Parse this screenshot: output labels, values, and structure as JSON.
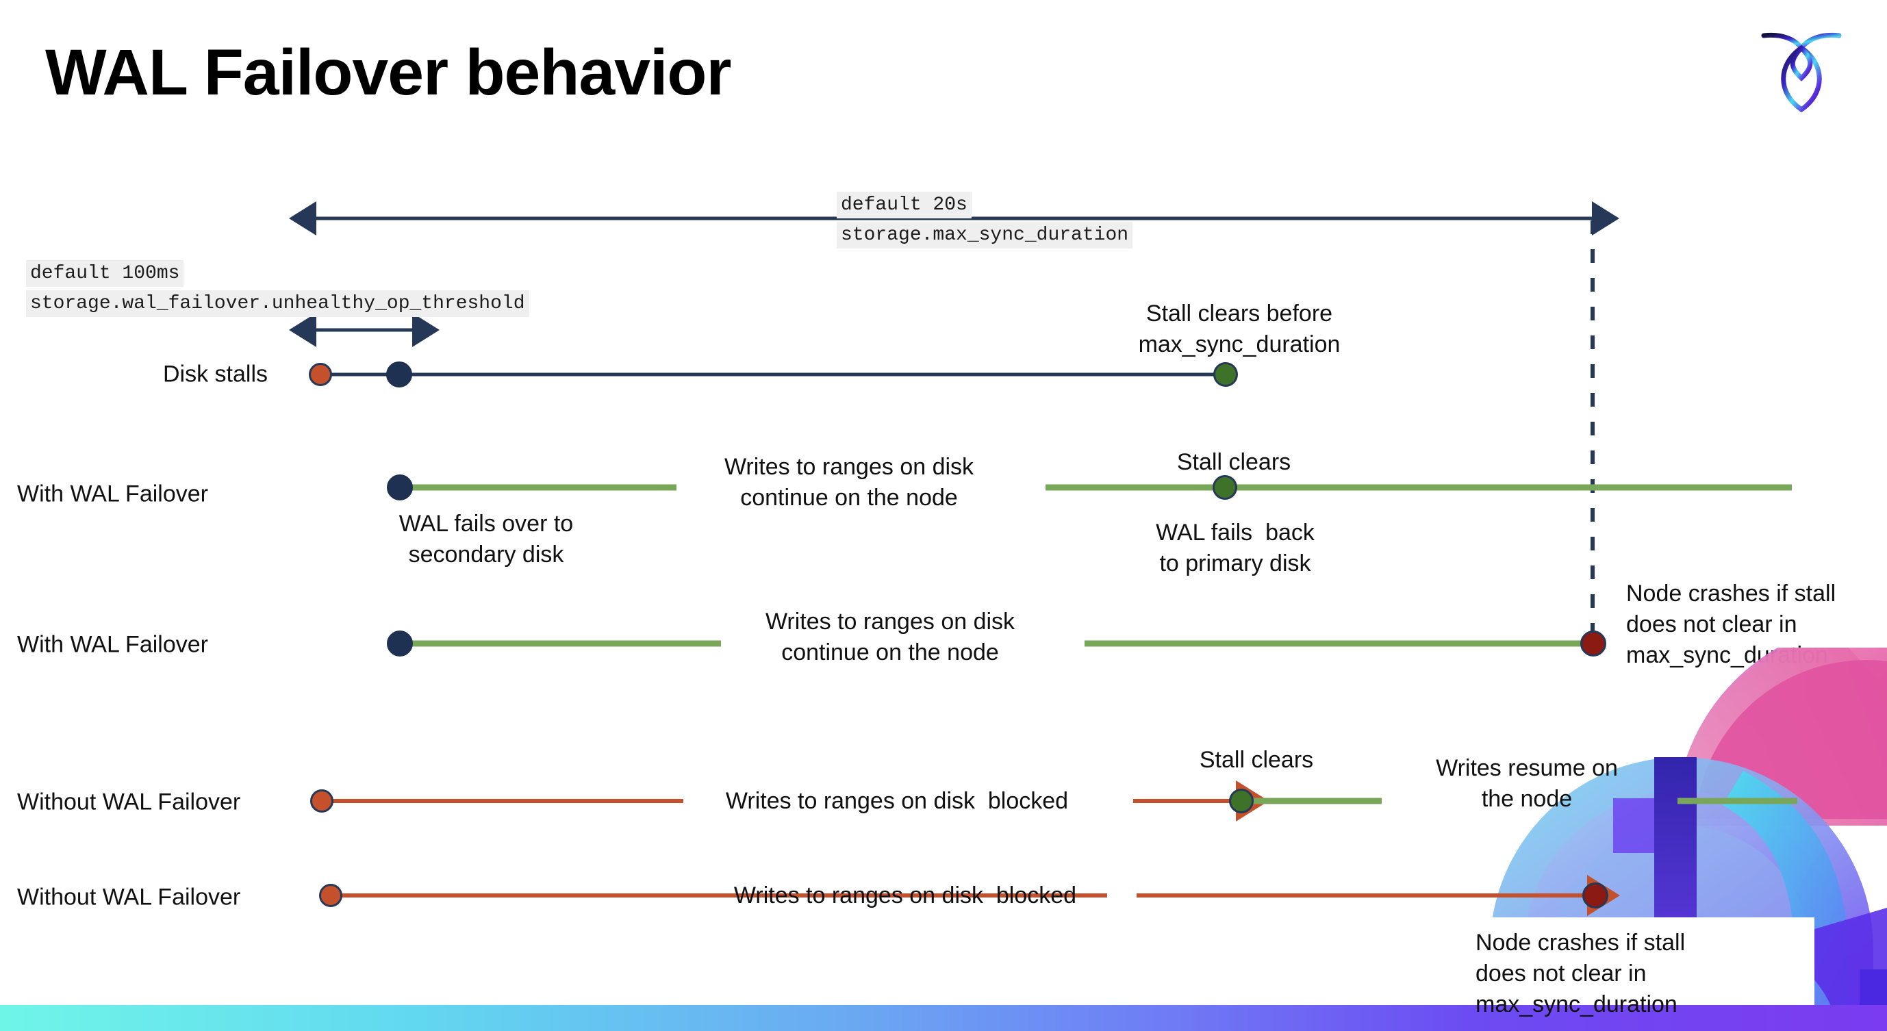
{
  "slide": {
    "title": "WAL Failover behavior",
    "logo_icon": "cockroach-labs-logo-icon",
    "brand_accent": "#6C4BF2"
  },
  "annotations": {
    "max_sync": {
      "line1": "default 20s",
      "line2": "storage.max_sync_duration"
    },
    "unhealthy_threshold": {
      "line1": "default 100ms",
      "line2": "storage.wal_failover.unhealthy_op_threshold"
    }
  },
  "rows": [
    {
      "id": "disk-stalls",
      "label": "Disk stalls",
      "callouts": [
        {
          "id": "stall-clears-before",
          "text": "Stall clears before\nmax_sync_duration"
        }
      ]
    },
    {
      "id": "with-wal-failover-1",
      "label": "With WAL Failover",
      "callouts": [
        {
          "id": "writes-continue-1",
          "text": "Writes to ranges on disk\ncontinue on the node"
        },
        {
          "id": "stall-clears-1",
          "text": "Stall clears"
        },
        {
          "id": "wal-fails-over",
          "text": "WAL fails over to\nsecondary disk"
        },
        {
          "id": "wal-fails-back",
          "text": "WAL fails  back\nto primary disk"
        }
      ]
    },
    {
      "id": "with-wal-failover-2",
      "label": "With WAL Failover",
      "callouts": [
        {
          "id": "writes-continue-2",
          "text": "Writes to ranges on disk\ncontinue on the node"
        },
        {
          "id": "node-crashes-1",
          "text": "Node crashes if stall\ndoes not clear in\nmax_sync_duration"
        }
      ]
    },
    {
      "id": "without-wal-failover-1",
      "label": "Without WAL Failover",
      "callouts": [
        {
          "id": "writes-blocked-1",
          "text": "Writes to ranges on disk  blocked"
        },
        {
          "id": "stall-clears-2",
          "text": "Stall clears"
        },
        {
          "id": "writes-resume",
          "text": "Writes resume on\nthe node"
        }
      ]
    },
    {
      "id": "without-wal-failover-2",
      "label": "Without WAL Failover",
      "callouts": [
        {
          "id": "writes-blocked-2",
          "text": "Writes to ranges on disk  blocked"
        },
        {
          "id": "node-crashes-2",
          "text": "Node crashes if stall\ndoes not clear in\nmax_sync_duration"
        }
      ]
    }
  ],
  "legend_colors": {
    "navy": "#253858",
    "green": "#79A75A",
    "red": "#C4512C",
    "stall_start": "#C4512C",
    "stall_clear": "#3F7229",
    "crash": "#8B1A13"
  }
}
